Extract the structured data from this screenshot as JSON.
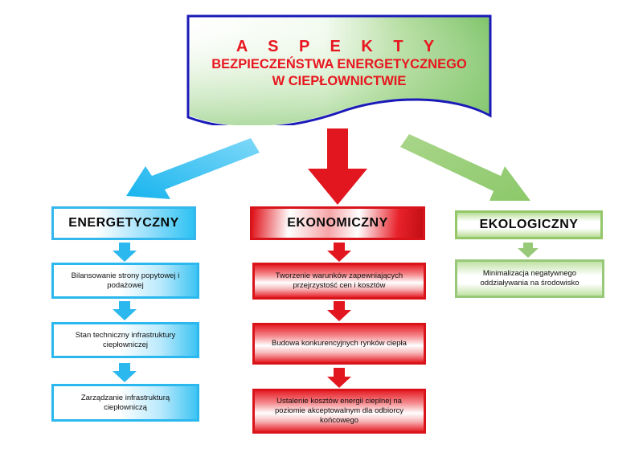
{
  "banner": {
    "title": "A S P E K T Y",
    "line2": "BEZPIECZEŃSTWA ENERGETYCZNEGO",
    "line3": "W CIEPŁOWNICTWIE"
  },
  "columns": {
    "energetic": {
      "header": "ENERGETYCZNY",
      "items": [
        "Bilansowanie strony popytowej i podażowej",
        "Stan techniczny infrastruktury ciepłowniczej",
        "Zarządzanie infrastrukturą ciepłowniczą"
      ]
    },
    "economic": {
      "header": "EKONOMICZNY",
      "items": [
        "Tworzenie warunków zapewniających przejrzystość cen i kosztów",
        "Budowa konkurencyjnych rynków ciepła",
        "Ustalenie kosztów energii cieplnej na poziomie akceptowalnym dla odbiorcy końcowego"
      ]
    },
    "ecological": {
      "header": "EKOLOGICZNY",
      "items": [
        "Minimalizacja negatywnego oddziaływania na środowisko"
      ]
    }
  },
  "colors": {
    "blue": "#2bb8ee",
    "red": "#e2161e",
    "green": "#98c978",
    "banner_border": "#1a1ab8"
  }
}
